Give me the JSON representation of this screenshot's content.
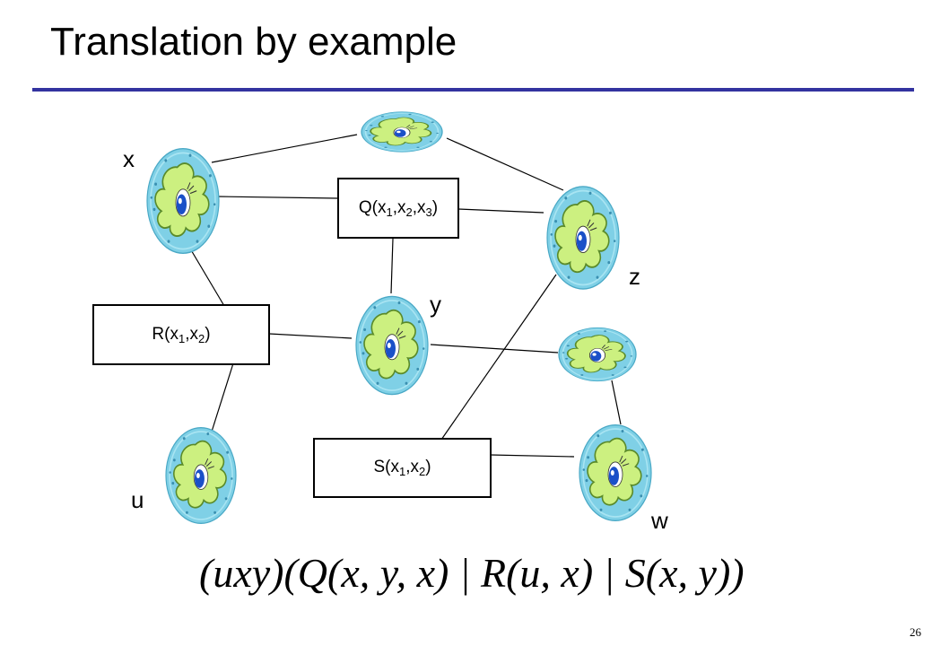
{
  "title": "Translation by example",
  "variables": {
    "x": "x",
    "y": "y",
    "z": "z",
    "u": "u",
    "w": "w"
  },
  "relations": {
    "q": {
      "name": "Q",
      "args": [
        "x",
        "x",
        "x"
      ],
      "subs": [
        "1",
        "2",
        "3"
      ]
    },
    "r": {
      "name": "R",
      "args": [
        "x",
        "x"
      ],
      "subs": [
        "1",
        "2"
      ]
    },
    "s": {
      "name": "S",
      "args": [
        "x",
        "x"
      ],
      "subs": [
        "1",
        "2"
      ]
    }
  },
  "formula": "(uxy)(Q(x, y, x) | R(u, x) | S(x, y))",
  "page_number": "26",
  "colors": {
    "rule": "#3333a0",
    "cell_membrane": "#7fd0e6",
    "cell_body": "#ccf080",
    "eye": "#1a50c8"
  },
  "icons": {
    "node": "cell-creature-icon"
  }
}
